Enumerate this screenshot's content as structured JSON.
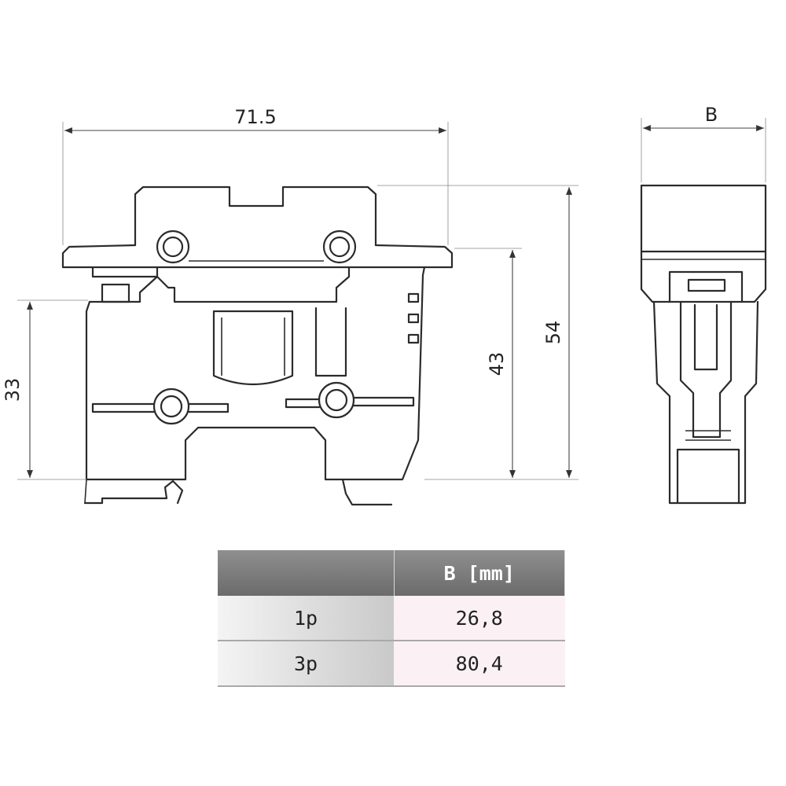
{
  "dimensions": {
    "width_label": "71.5",
    "left_height_label": "33",
    "mid_height_label": "43",
    "total_height_label": "54",
    "side_width_label": "B"
  },
  "table": {
    "header_empty": "",
    "header_b": "B [mm]",
    "rows": [
      {
        "label": "1p",
        "value": "26,8"
      },
      {
        "label": "3p",
        "value": "80,4"
      }
    ]
  },
  "colors": {
    "line": "#2b2b2b",
    "header_bg": "#7a7a7a",
    "value_bg": "#fbf1f5"
  }
}
